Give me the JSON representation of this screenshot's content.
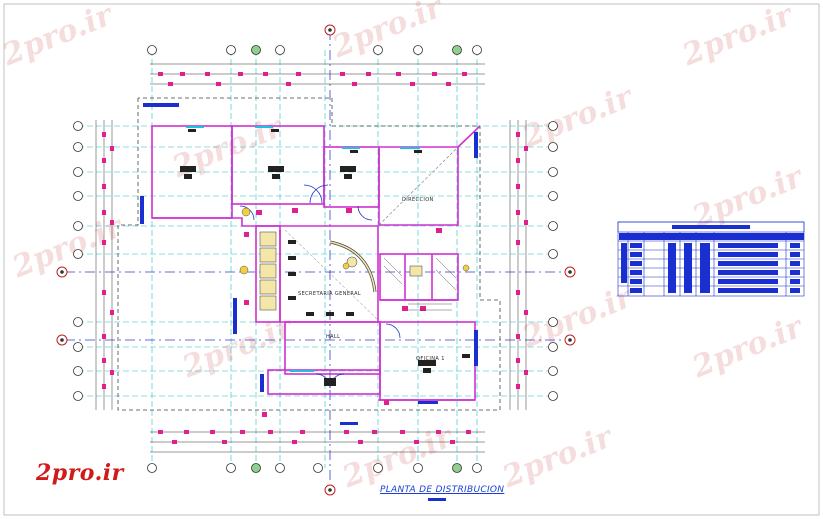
{
  "watermark": {
    "text": "2pro.ir",
    "color": "#e0a0a0"
  },
  "brand": {
    "text": "2pro.ir",
    "color": "#d11a1a"
  },
  "drawing": {
    "title": "PLANTA DE DISTRIBUCION",
    "rooms": {
      "direccion": "DIRECCION",
      "secretaria": "SECRETARIA GENERAL",
      "hall": "HALL",
      "oficina": "OFICINA 1"
    }
  },
  "colors": {
    "wall": "#d030d0",
    "grid_line": "#20c0c0",
    "axis_dash": "#3040d0",
    "dimension": "#e0208f",
    "window": "#1a2fd0",
    "furniture": "#222222",
    "table_header": "#1a2fd0"
  },
  "schedule_table": {
    "rows": 7,
    "columns": 8
  }
}
